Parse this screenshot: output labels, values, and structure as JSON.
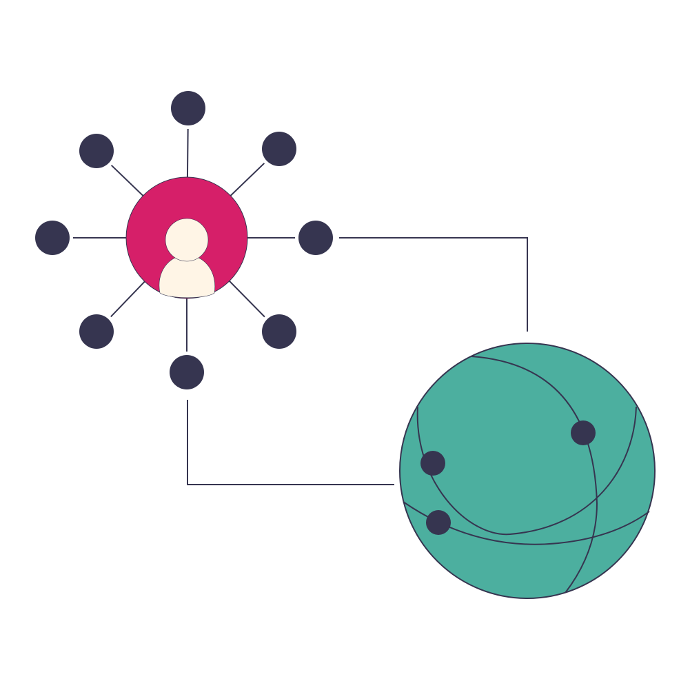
{
  "illustration": {
    "subject": "user-network-globe",
    "colors": {
      "node": "#363550",
      "hub": "#D61F69",
      "person": "#FFF5E6",
      "globe": "#4CAF9F",
      "line": "#363550",
      "background": "#FFFFFF"
    },
    "satellite_node_count": 8,
    "globe_marker_count": 3
  }
}
